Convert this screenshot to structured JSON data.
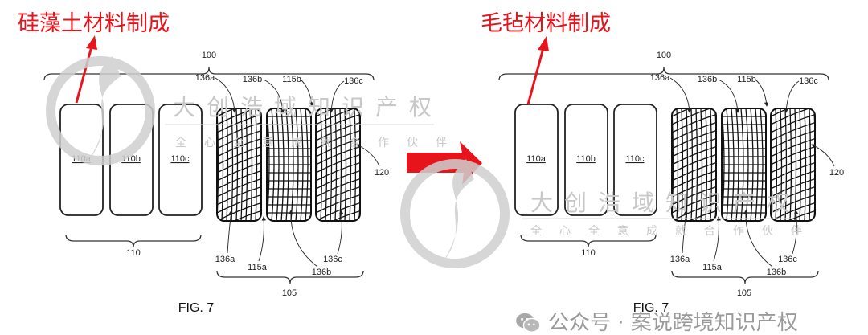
{
  "annotations": {
    "left": "硅藻土材料制成",
    "right": "毛毡材料制成"
  },
  "figure": {
    "caption": "FIG. 7",
    "ref_100": "100",
    "ref_110": "110",
    "ref_105": "105",
    "ref_120": "120",
    "pads": [
      "110a",
      "110b",
      "110c"
    ],
    "top_refs": [
      "136a",
      "136b",
      "115b",
      "136c"
    ],
    "bottom_refs": [
      "136a",
      "115a",
      "136b",
      "136c"
    ]
  },
  "watermark": {
    "company": "大创浩域知识产权",
    "slogan": "全心全意成就合作伙伴",
    "account": "公众号 · 案说跨境知识产权"
  },
  "colors": {
    "annotation": "#e8141c",
    "watermark": "#c8c8c8"
  }
}
